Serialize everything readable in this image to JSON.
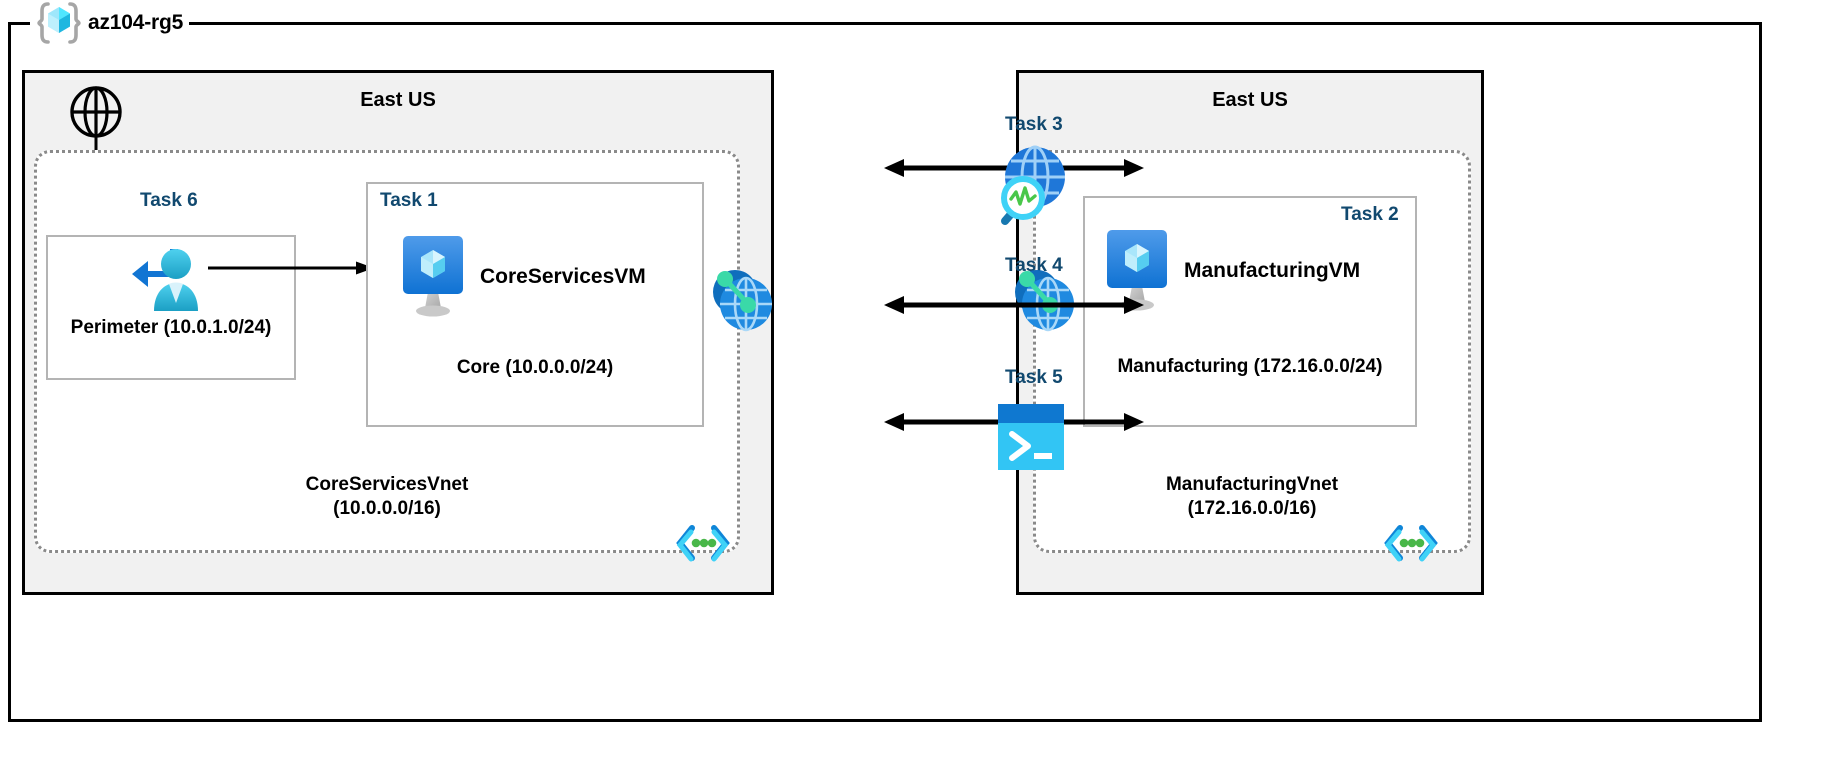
{
  "diagram": {
    "resource_group": {
      "name": "az104-rg5",
      "icon": "resource-group-cube-icon"
    },
    "regions": [
      {
        "id": "left",
        "title": "East US"
      },
      {
        "id": "right",
        "title": "East US"
      }
    ],
    "vnets": [
      {
        "id": "coreservicesvnet",
        "name": "CoreServicesVnet",
        "cidr": "(10.0.0.0/16)",
        "icon": "subnet-brackets-icon"
      },
      {
        "id": "manufacturingvnet",
        "name": "ManufacturingVnet",
        "cidr": "(172.16.0.0/16)",
        "icon": "subnet-brackets-icon"
      }
    ],
    "subnets": [
      {
        "id": "core",
        "name": "Core",
        "cidr": "(10.0.0.0/24)",
        "task": "Task 1",
        "task_align": "left"
      },
      {
        "id": "perimeter",
        "name": "Perimeter",
        "cidr": "(10.0.1.0/24)",
        "task": "Task 6",
        "task_align": "left"
      },
      {
        "id": "manufacturing",
        "name": "Manufacturing",
        "cidr": "(172.16.0.0/24)",
        "task": "Task 2",
        "task_align": "right"
      }
    ],
    "virtual_machines": [
      {
        "id": "coreservicesvm",
        "name": "CoreServicesVM",
        "icon": "virtual-machine-icon"
      },
      {
        "id": "manufacturingvm",
        "name": "ManufacturingVM",
        "icon": "virtual-machine-icon"
      }
    ],
    "tasks": [
      {
        "id": "task1",
        "label": "Task 1",
        "target": "Core subnet / CoreServicesVM"
      },
      {
        "id": "task2",
        "label": "Task 2",
        "target": "Manufacturing subnet / ManufacturingVM"
      },
      {
        "id": "task3",
        "label": "Task 3",
        "icon": "network-watcher-icon"
      },
      {
        "id": "task4",
        "label": "Task 4",
        "icon": "vnet-peering-icon"
      },
      {
        "id": "task5",
        "label": "Task 5",
        "icon": "cloud-shell-icon"
      },
      {
        "id": "task6",
        "label": "Task 6",
        "icon": "bastion-user-icon"
      }
    ],
    "icons": {
      "internet": "globe-icon",
      "bastion": "bastion-user-icon",
      "peering_left": "vnet-peering-icon",
      "peering_right": "vnet-peering-icon",
      "network_watcher": "network-watcher-icon",
      "cloud_shell": "cloud-shell-icon",
      "subnet_badge": "subnet-brackets-icon"
    },
    "colors": {
      "task_label": "#11496f",
      "region_fill": "#f1f1f1",
      "vnet_border": "#8a8a8a",
      "subnet_border": "#b4b4b4",
      "azure_blue": "#0078d4",
      "cyan": "#32c5f4",
      "green": "#3ccf5f",
      "frame": "#000000"
    }
  }
}
